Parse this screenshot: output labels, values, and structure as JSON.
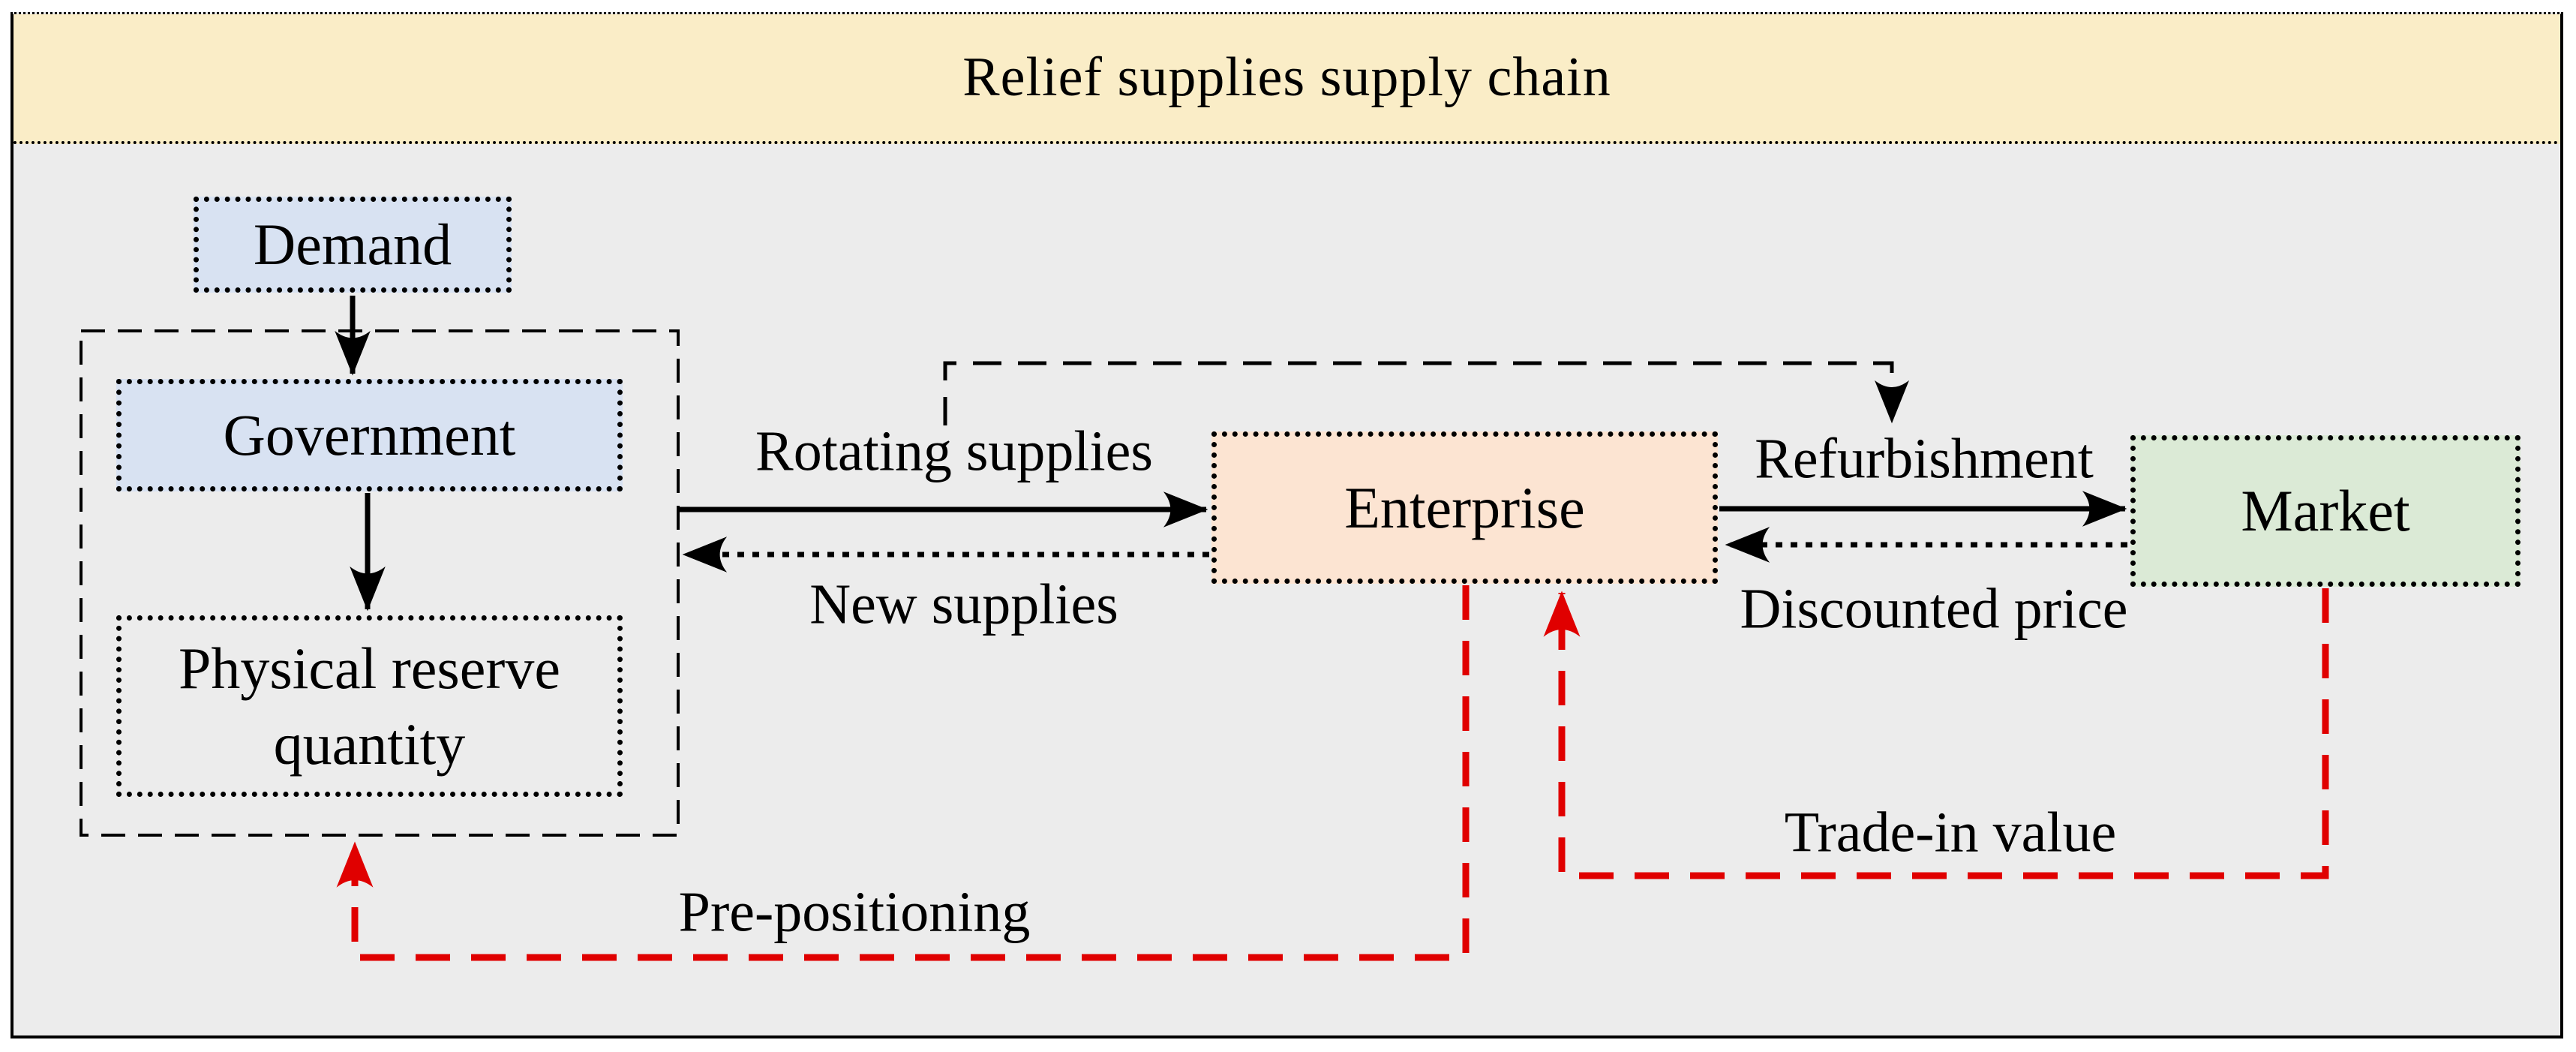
{
  "title": "Relief supplies supply chain",
  "nodes": {
    "demand": "Demand",
    "government": "Government",
    "physical_reserve": "Physical reserve quantity",
    "enterprise": "Enterprise",
    "market": "Market"
  },
  "flows": {
    "rotating_supplies": "Rotating supplies",
    "new_supplies": "New supplies",
    "refurbishment": "Refurbishment",
    "discounted_price": "Discounted price",
    "pre_positioning": "Pre-positioning",
    "trade_in_value": "Trade-in value"
  },
  "colors": {
    "title_band": "#FAEDC7",
    "panel_bg": "#ECECEC",
    "node_blue": "#D8E2F2",
    "node_peach": "#FCE4D2",
    "node_green": "#DBEAD6",
    "line_black": "#000000",
    "line_red": "#E00000"
  }
}
